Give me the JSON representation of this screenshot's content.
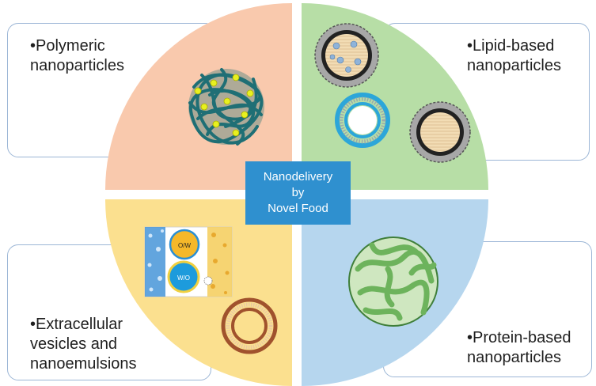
{
  "center": {
    "text": "Nanodelivery\nby\nNovel Food"
  },
  "cards": {
    "top_left": "•Polymeric\nnanoparticles",
    "top_right": "•Lipid-based\nnanoparticles",
    "bottom_left": "•Extracellular\nvesicles and\nnanoemulsions",
    "bottom_right": "•Protein-based\nnanoparticles"
  },
  "emulsion_labels": {
    "oil_in_water": "O/W",
    "water_in_oil": "W/O"
  },
  "colors": {
    "polymeric_quadrant": "#f9c9ad",
    "lipid_quadrant": "#b7dea6",
    "extracellular_quadrant": "#fbe08f",
    "protein_quadrant": "#b6d6ee",
    "center_box": "#2f90cf",
    "card_border": "#9cb6d6"
  }
}
